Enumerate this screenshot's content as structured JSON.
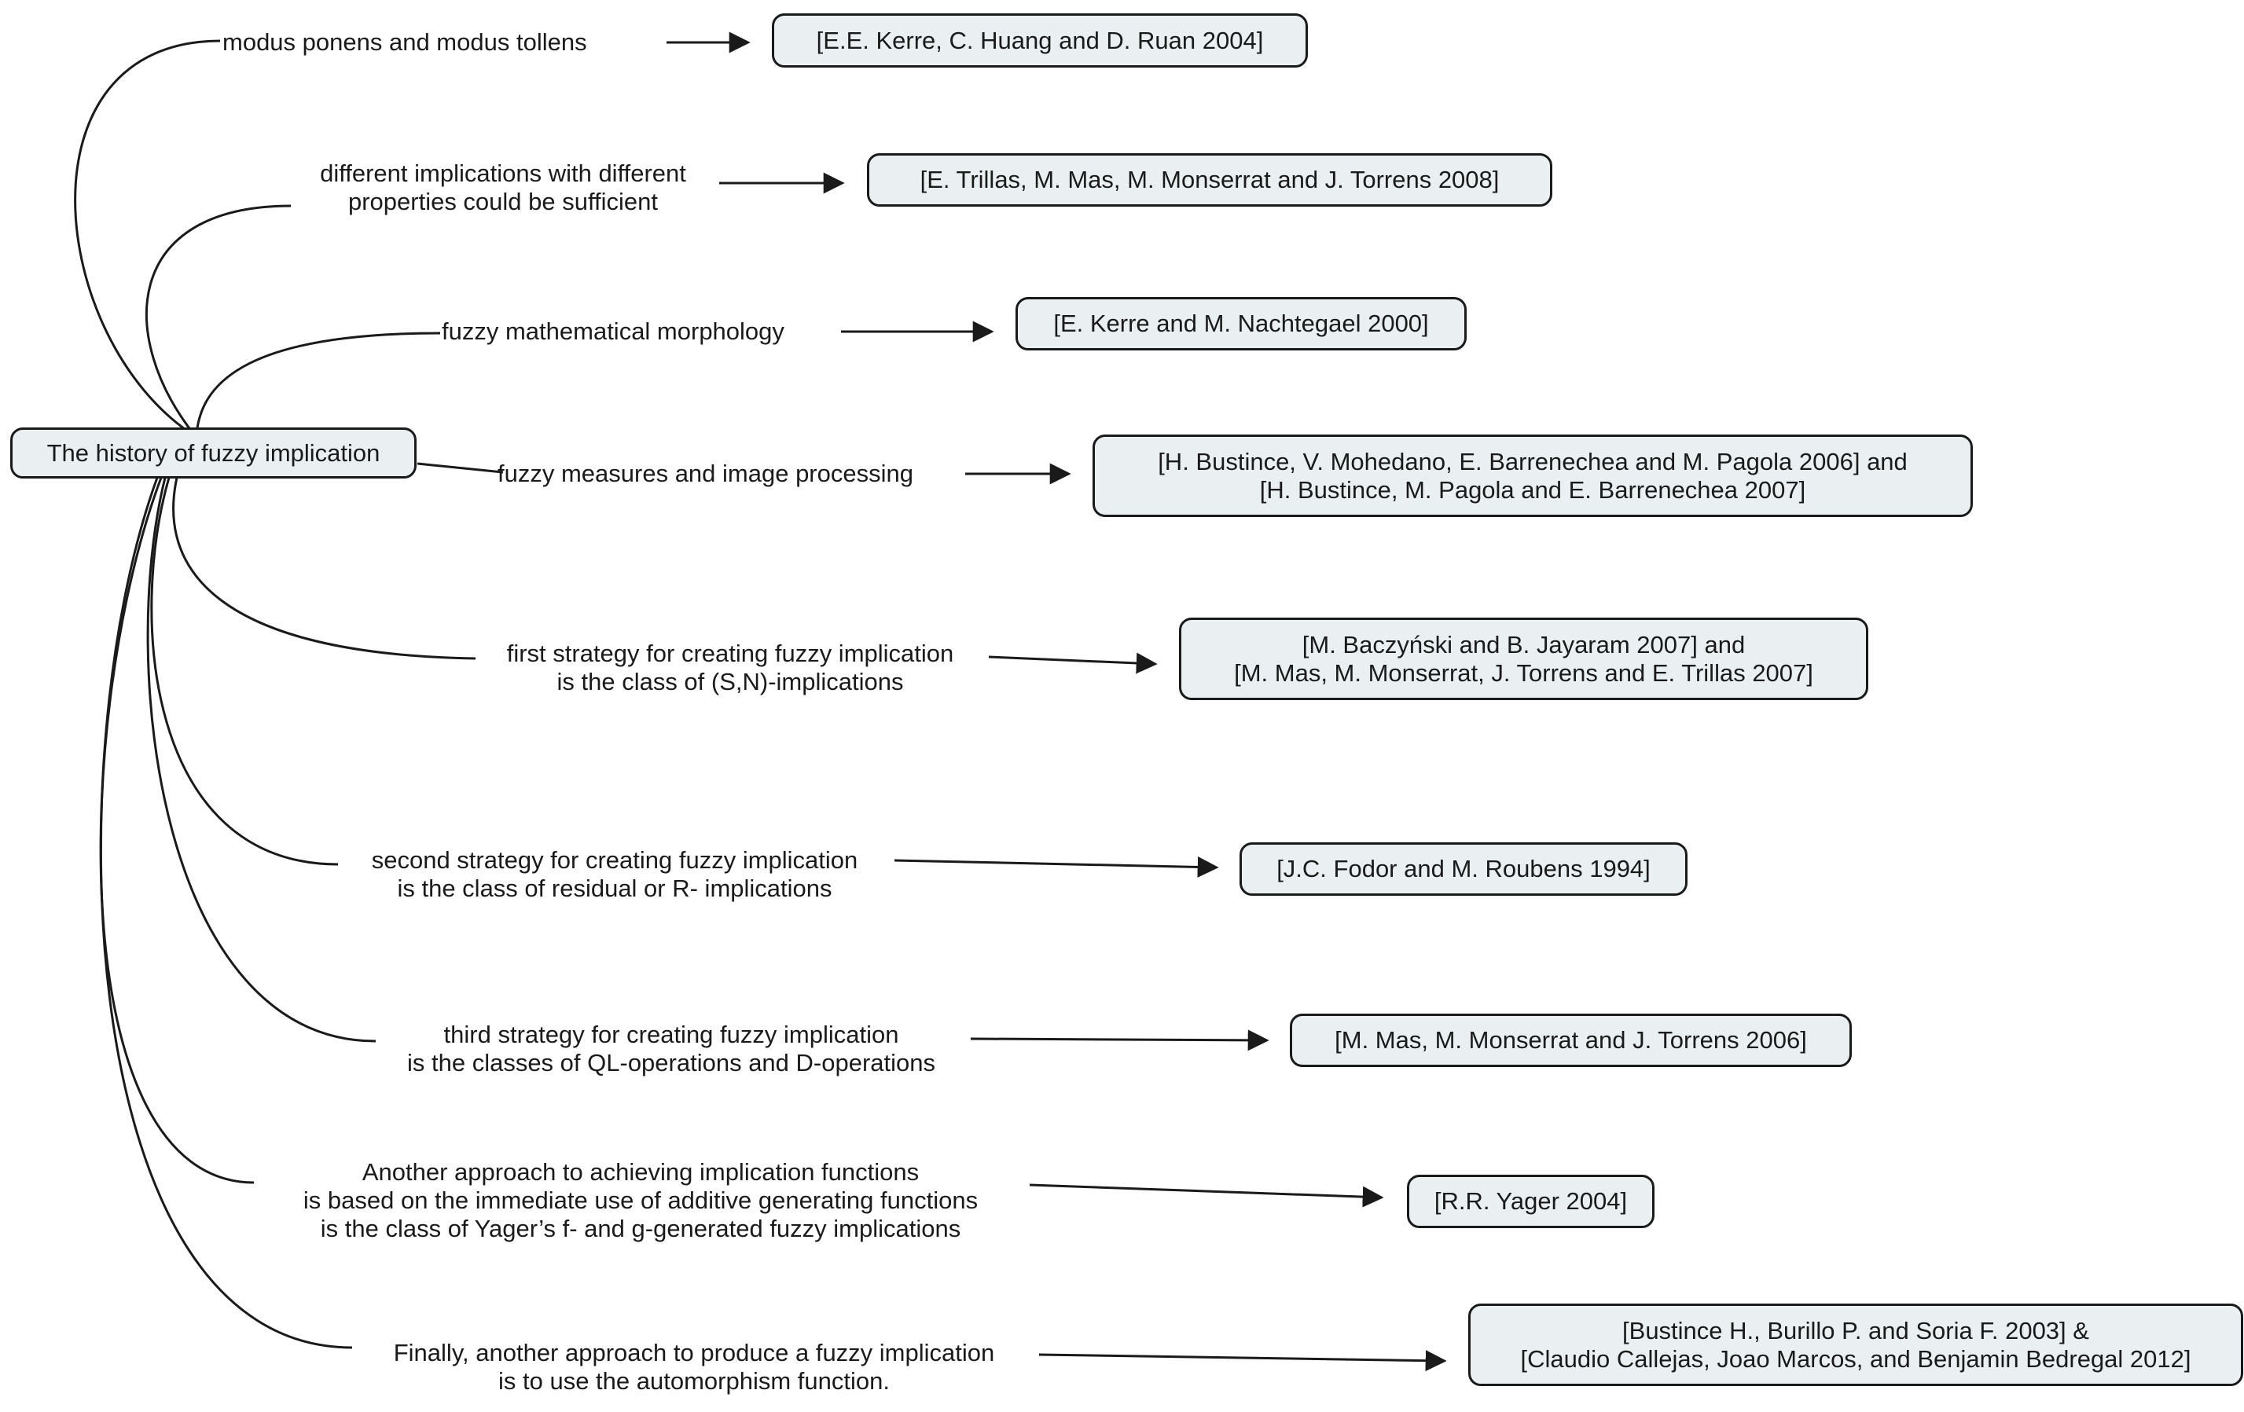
{
  "colors": {
    "background": "#ffffff",
    "node_fill": "#eaf0f2",
    "node_border": "#1a1a1a",
    "line": "#1a1a1a",
    "text": "#1a1a1a"
  },
  "diagram": {
    "root": {
      "label": "The history of fuzzy implication"
    },
    "branches": [
      {
        "label": "modus ponens and modus tollens",
        "citation": "[E.E. Kerre, C. Huang and D. Ruan 2004]"
      },
      {
        "label": "different implications with different\nproperties could be sufficient",
        "citation": "[E. Trillas, M. Mas, M. Monserrat and J. Torrens 2008]"
      },
      {
        "label": "fuzzy mathematical morphology",
        "citation": "[E. Kerre and M. Nachtegael 2000]"
      },
      {
        "label": "fuzzy measures and image processing",
        "citation": "[H. Bustince, V. Mohedano, E. Barrenechea and M. Pagola 2006] and\n[H. Bustince, M. Pagola and E. Barrenechea 2007]"
      },
      {
        "label": "first strategy for creating fuzzy implication\nis the class of (S,N)-implications",
        "citation": "[M. Baczyński and B. Jayaram 2007] and\n[M. Mas, M. Monserrat, J. Torrens and E. Trillas 2007]"
      },
      {
        "label": "second strategy for creating fuzzy implication\nis the class of residual or R- implications",
        "citation": "[J.C. Fodor and M. Roubens 1994]"
      },
      {
        "label": "third strategy for creating fuzzy implication\nis the classes of QL-operations and D-operations",
        "citation": "[M. Mas, M. Monserrat and J. Torrens 2006]"
      },
      {
        "label": "Another approach to achieving implication functions\nis based on the immediate use of additive generating functions\nis the class of Yager’s f- and g-generated fuzzy implications",
        "citation": "[R.R. Yager 2004]"
      },
      {
        "label": "Finally, another approach to produce a fuzzy implication\nis to use the automorphism function.",
        "citation": "[Bustince H., Burillo P. and Soria F. 2003] &\n[Claudio Callejas, Joao Marcos, and Benjamin Bedregal 2012]"
      }
    ]
  }
}
